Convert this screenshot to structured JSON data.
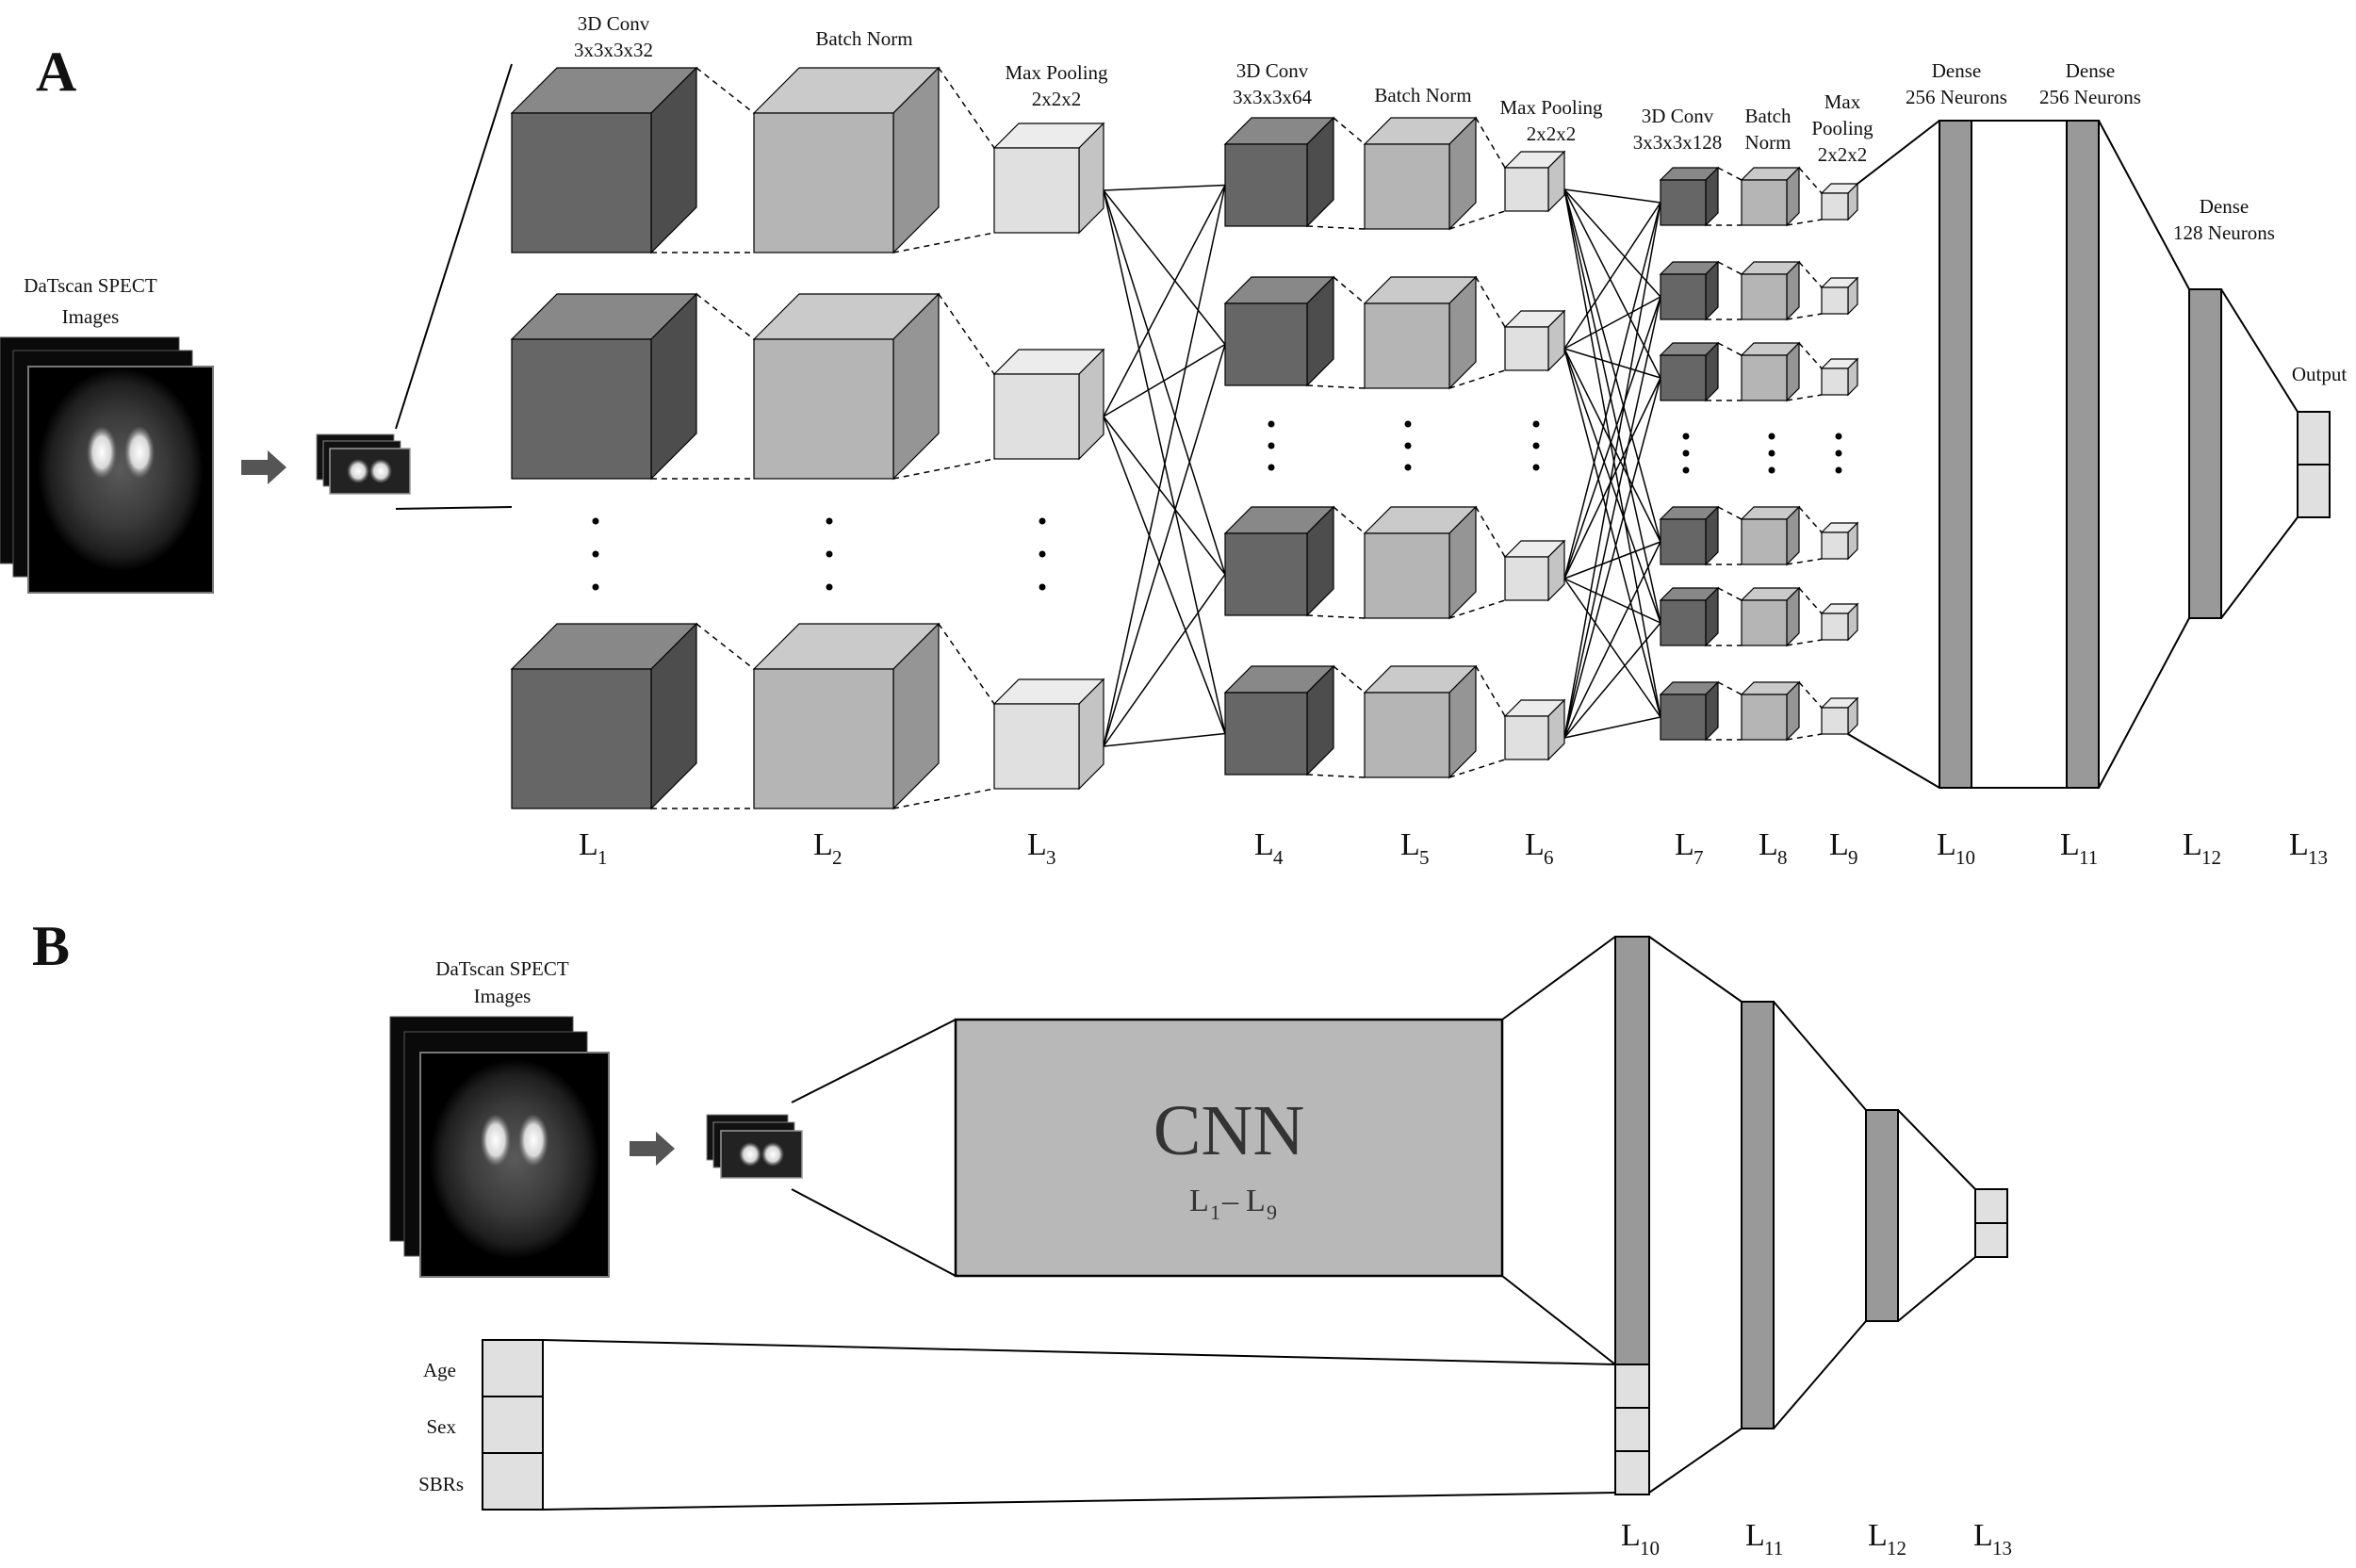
{
  "panels": {
    "a": "A",
    "b": "B"
  },
  "input": {
    "title_line1": "DaTscan SPECT",
    "title_line2": "Images"
  },
  "stages": {
    "conv1": [
      "3D Conv",
      "3x3x3x32"
    ],
    "bn1": [
      "Batch Norm"
    ],
    "pool1": [
      "Max Pooling",
      "2x2x2"
    ],
    "conv2": [
      "3D Conv",
      "3x3x3x64"
    ],
    "bn2": [
      "Batch Norm"
    ],
    "pool2": [
      "Max Pooling",
      "2x2x2"
    ],
    "conv3": [
      "3D Conv",
      "3x3x3x128"
    ],
    "bn3": [
      "Batch",
      "Norm"
    ],
    "pool3": [
      "Max",
      "Pooling",
      "2x2x2"
    ],
    "dense1": [
      "Dense",
      "256 Neurons"
    ],
    "dense2": [
      "Dense",
      "256 Neurons"
    ],
    "dense3": [
      "Dense",
      "128 Neurons"
    ],
    "output": [
      "Output"
    ]
  },
  "layers_a": [
    "1",
    "2",
    "3",
    "4",
    "5",
    "6",
    "7",
    "8",
    "9",
    "10",
    "11",
    "12",
    "13"
  ],
  "layers_b": [
    "10",
    "11",
    "12",
    "13"
  ],
  "layer_prefix": "L",
  "cnn": {
    "title": "CNN",
    "range_letter": "L",
    "range_from": "1",
    "range_dash": "–",
    "range_to": "9"
  },
  "clinical": [
    "Age",
    "Sex",
    "SBRs"
  ],
  "colors": {
    "conv_front": "#666666",
    "conv_top": "#888888",
    "conv_side": "#4d4d4d",
    "bn_front": "#b5b5b5",
    "bn_top": "#cacaca",
    "bn_side": "#959595",
    "pool_front": "#e0e0e0",
    "pool_top": "#ececec",
    "pool_side": "#c4c4c4",
    "dense": "#999999",
    "cnn_box": "#b8b8b8",
    "output": "#e0e0e0"
  }
}
